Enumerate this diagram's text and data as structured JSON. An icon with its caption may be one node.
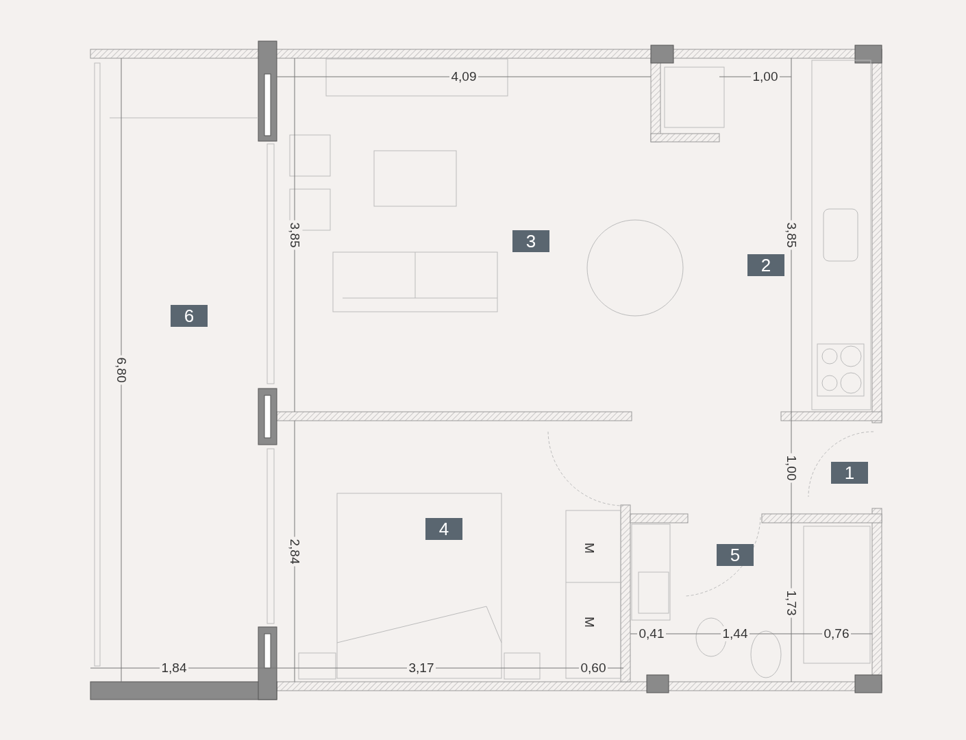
{
  "diagram": {
    "labels": [
      "4,09",
      "1,00",
      "3,85",
      "3",
      "3,85",
      "2",
      "6",
      "6,80",
      "1,00",
      "1",
      "4",
      "5",
      "M",
      "2,84",
      "1,73",
      "M",
      "0,41",
      "1,44",
      "0,76",
      "1,84",
      "3,17",
      "0,60"
    ]
  }
}
